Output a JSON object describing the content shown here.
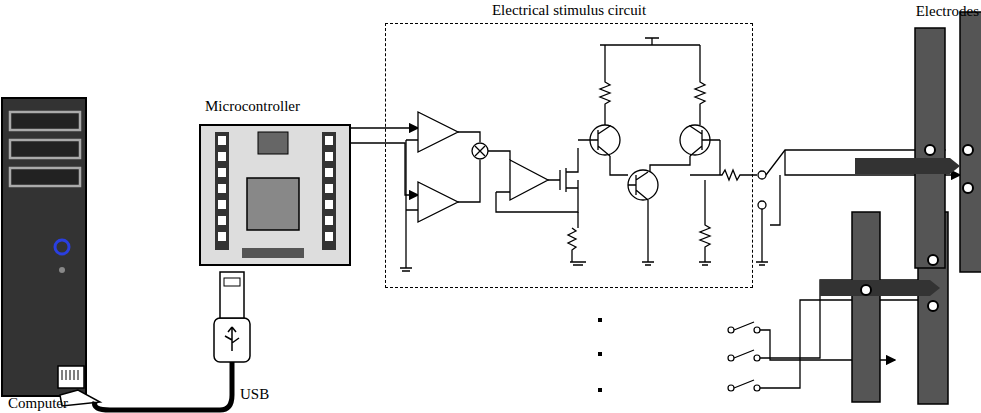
{
  "diagram": {
    "nodes": [
      {
        "text": [
          "Electrical stimulus circuit"
        ]
      }
    ],
    "labels": [
      "Microcontroller",
      "Electrodes",
      "Computer",
      "USB"
    ]
  }
}
